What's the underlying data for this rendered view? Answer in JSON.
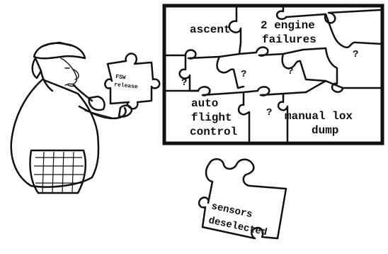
{
  "frame_pieces": {
    "ascent": "ascent",
    "engine_line1": "2 engine",
    "engine_line2": "failures",
    "q_right": "?",
    "q_left": "?",
    "q_center_left": "?",
    "q_center_right": "?",
    "auto_line1": "auto",
    "auto_line2": "flight",
    "auto_line3": "control",
    "q_bottom": "?",
    "manual_line1": "manual lox",
    "manual_line2": "dump"
  },
  "held_piece": {
    "line1": "FSW",
    "line2": "release"
  },
  "loose_piece": {
    "line1": "sensors",
    "line2": "deselected"
  },
  "colors": {
    "ink": "#111111",
    "paper": "#ffffff"
  },
  "icons": {
    "detective": "detective-with-pipe-icon"
  }
}
